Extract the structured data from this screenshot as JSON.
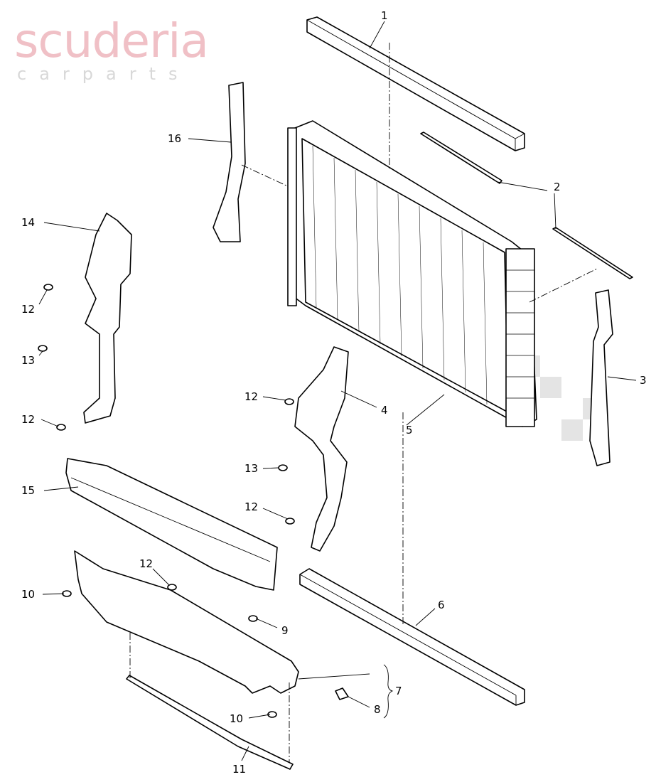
{
  "diagram": {
    "callouts": [
      {
        "id": "c1",
        "label": "1"
      },
      {
        "id": "c2",
        "label": "2"
      },
      {
        "id": "c3",
        "label": "3"
      },
      {
        "id": "c4",
        "label": "4"
      },
      {
        "id": "c5",
        "label": "5"
      },
      {
        "id": "c6",
        "label": "6"
      },
      {
        "id": "c7",
        "label": "7"
      },
      {
        "id": "c8",
        "label": "8"
      },
      {
        "id": "c9",
        "label": "9"
      },
      {
        "id": "c10a",
        "label": "10"
      },
      {
        "id": "c10b",
        "label": "10"
      },
      {
        "id": "c11",
        "label": "11"
      },
      {
        "id": "c12a",
        "label": "12"
      },
      {
        "id": "c12b",
        "label": "12"
      },
      {
        "id": "c12c",
        "label": "12"
      },
      {
        "id": "c12d",
        "label": "12"
      },
      {
        "id": "c12e",
        "label": "12"
      },
      {
        "id": "c13a",
        "label": "13"
      },
      {
        "id": "c13b",
        "label": "13"
      },
      {
        "id": "c14",
        "label": "14"
      },
      {
        "id": "c15",
        "label": "15"
      },
      {
        "id": "c16",
        "label": "16"
      }
    ]
  },
  "watermark": {
    "brand": "scuderia",
    "tagline": "c a r   p a r t s",
    "color": "#e8a0a8"
  }
}
